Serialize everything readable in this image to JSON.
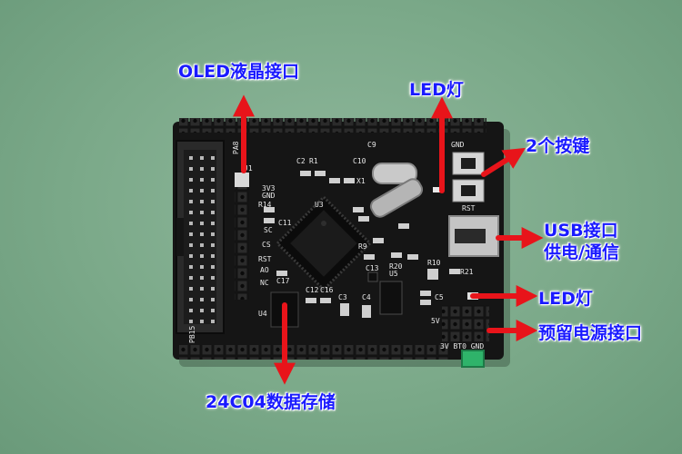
{
  "callouts": {
    "oled": "OLED液晶接口",
    "led_top": "LED灯",
    "buttons": "2个按键",
    "usb_line1": "USB接口",
    "usb_line2": "供电/通信",
    "led_side": "LED灯",
    "power": "预留电源接口",
    "eeprom": "24C04数据存储"
  },
  "silkscreen": {
    "pin_3v3": "3V3",
    "pin_gnd": "GND",
    "sc": "SC",
    "cs": "CS",
    "rst": "RST",
    "ao": "AO",
    "nc": "NC",
    "u4": "U4",
    "u3": "U3",
    "u5": "U5",
    "x1": "X1",
    "rst_btn": "RST",
    "gnd_top": "GND",
    "power_pins": "3V BT0 GND",
    "r14": "R14",
    "c11": "C11",
    "c17": "C17",
    "c13": "C13",
    "r9": "R9",
    "c4": "C4",
    "c5": "C5",
    "r20": "R20",
    "r10": "R10",
    "r21": "R21",
    "c2": "C2",
    "r1": "R1",
    "c10": "C10",
    "c9": "C9",
    "c12": "C12",
    "c16": "C16",
    "c3": "C3",
    "pa8": "PA8",
    "pb15": "PB15",
    "v5": "5V",
    "j1": "J1"
  },
  "colors": {
    "arrow": "#e8141a",
    "label": "#1a1aff",
    "pcb": "#151515",
    "silk": "#e8e8e8",
    "header": "#262626",
    "jumper": "#2fb36a"
  }
}
